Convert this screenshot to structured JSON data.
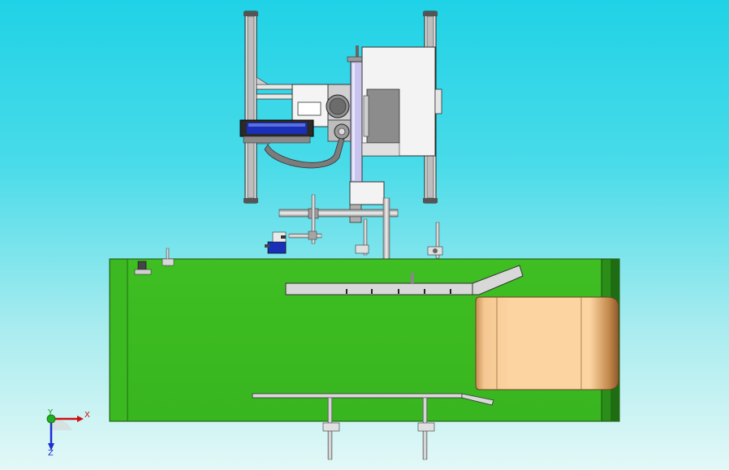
{
  "colors": {
    "background_top": "#20d2e6",
    "background_bottom": "#e3f8f7",
    "conveyor_green": "#3fbf22",
    "conveyor_dark_green": "#1f7d12",
    "box_tan": "#f8cf9a",
    "label_blue": "#1a2fb8",
    "frame_gray": "#d9d9d9",
    "slide_lavender": "#c8c4ee"
  },
  "axis_triad": {
    "x_label": "X",
    "y_label": "Y",
    "z_label": "Z"
  }
}
